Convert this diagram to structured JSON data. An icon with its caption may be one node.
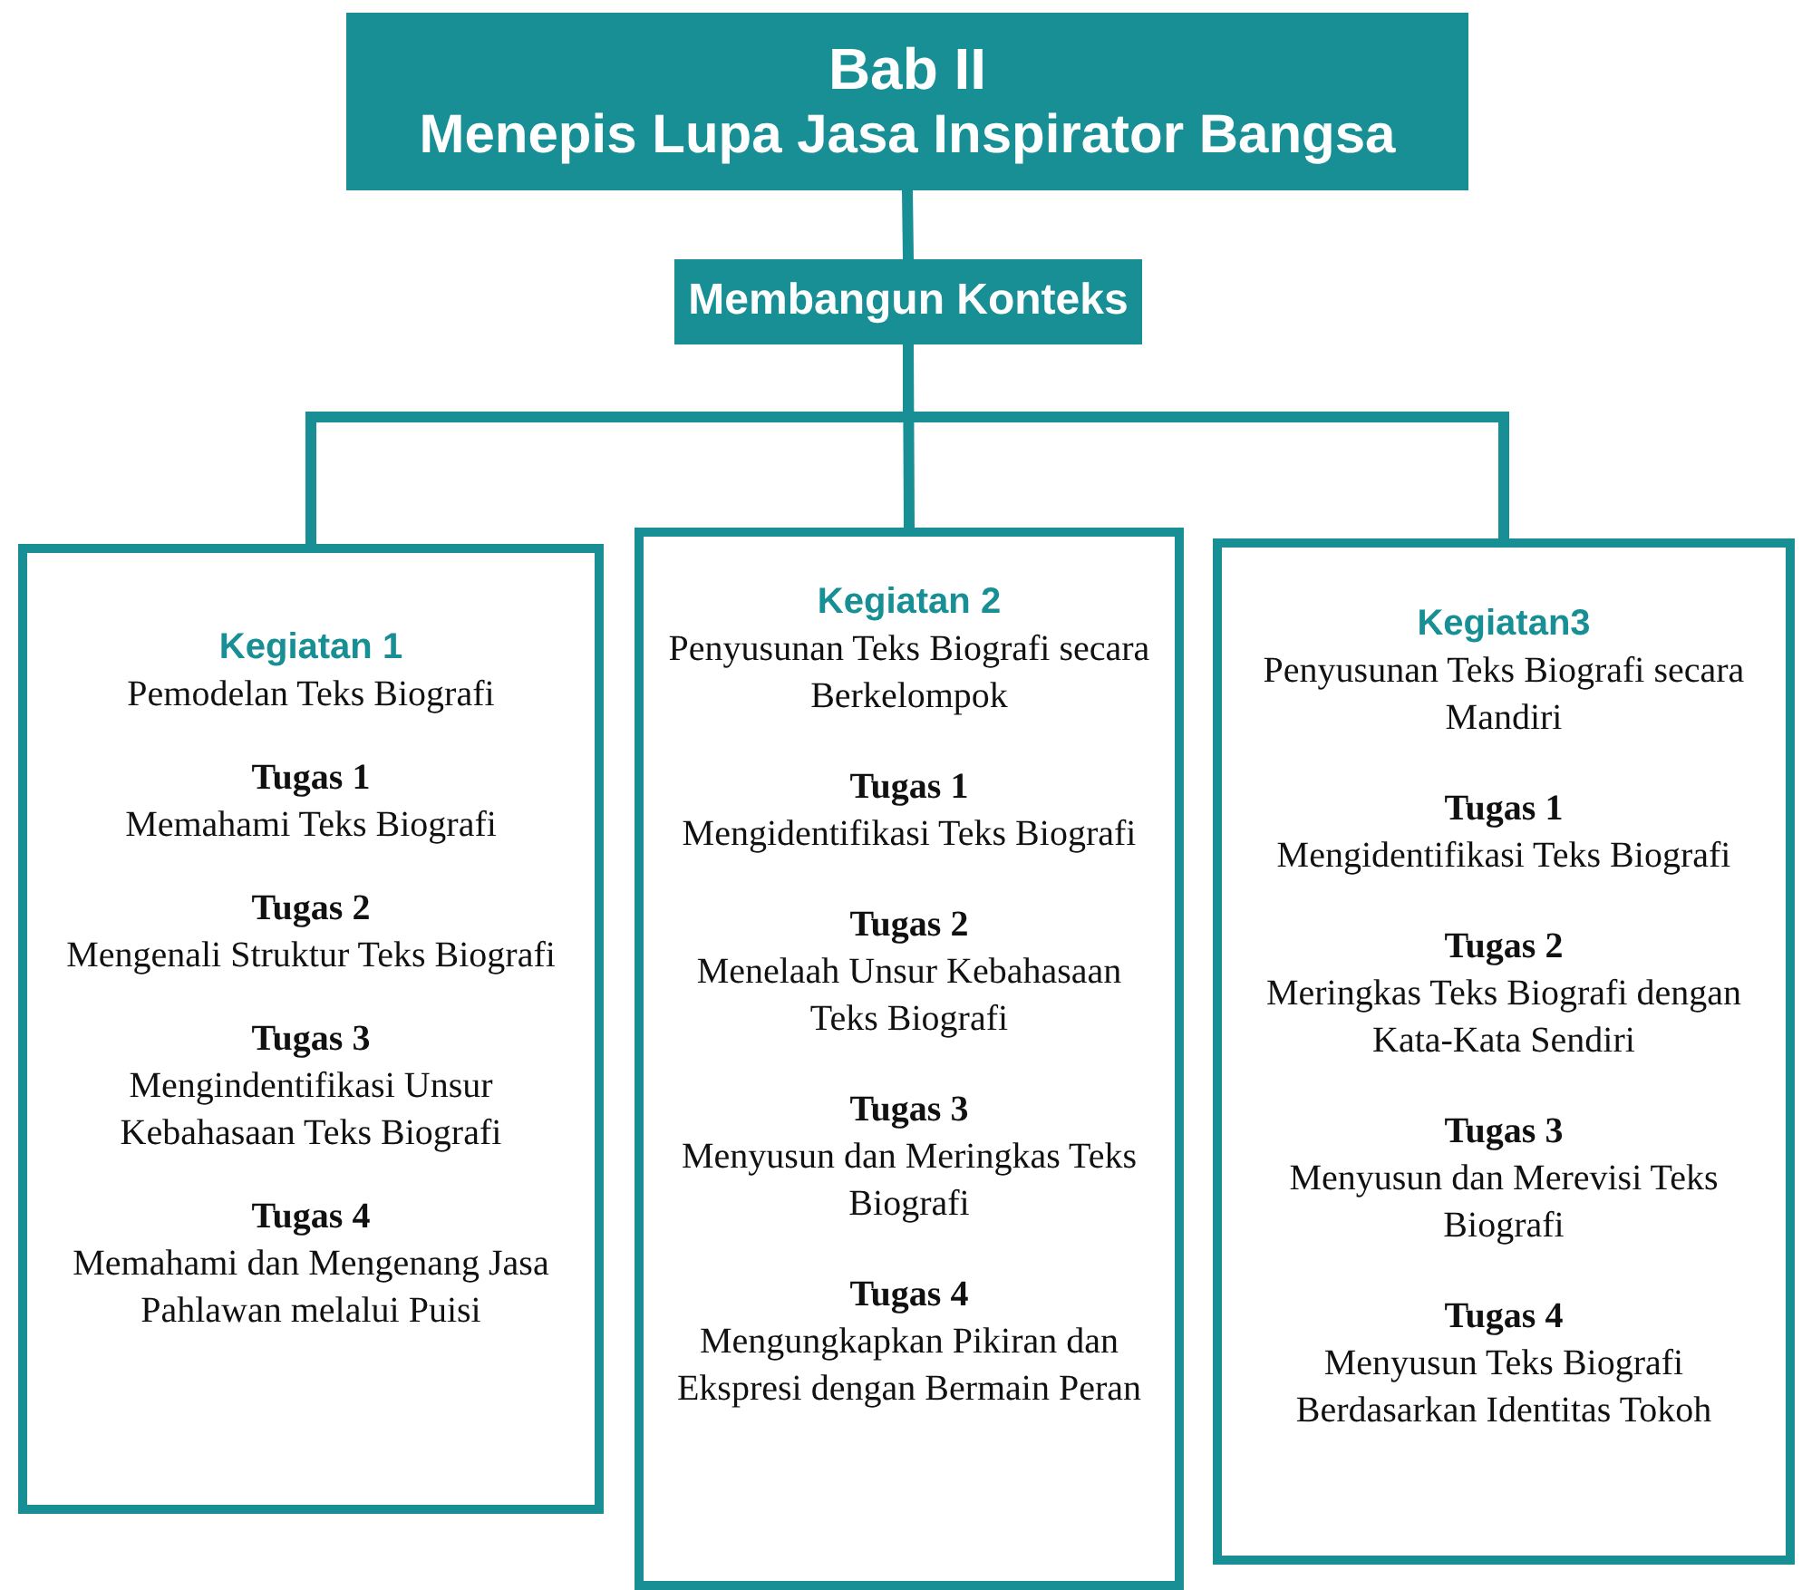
{
  "diagram": {
    "nodes": [
      {
        "text": [
          "Bab II",
          "Menepis Lupa Jasa Inspirator Bangsa"
        ]
      },
      {
        "text": [
          "Membangun Konteks"
        ]
      },
      {
        "text": [
          "Kegiatan 1",
          "Pemodelan Teks Biografi",
          "Tugas 1",
          "Memahami Teks Biografi",
          "Tugas 2",
          "Mengenali Struktur Teks Biografi",
          "Tugas 3",
          "Mengindentifikasi Unsur Kebahasaan Teks Biografi",
          "Tugas 4",
          "Memahami dan Mengenang Jasa Pahlawan melalui Puisi"
        ]
      },
      {
        "text": [
          "Kegiatan 2",
          "Penyusunan Teks Biografi secara Berkelompok",
          "Tugas 1",
          "Mengidentifikasi Teks Biografi",
          "Tugas 2",
          "Menelaah Unsur Kebahasaan Teks Biografi",
          "Tugas 3",
          "Menyusun dan Meringkas Teks Biografi",
          "Tugas 4",
          "Mengungkapkan Pikiran dan Ekspresi dengan Bermain Peran"
        ]
      },
      {
        "text": [
          "Kegiatan3",
          "Penyusunan Teks Biografi secara Mandiri",
          "Tugas 1",
          "Mengidentifikasi Teks Biografi",
          "Tugas 2",
          "Meringkas Teks Biografi dengan Kata-Kata Sendiri",
          "Tugas 3",
          "Menyusun dan Merevisi Teks Biografi",
          "Tugas 4",
          "Menyusun Teks Biografi Berdasarkan Identitas Tokoh"
        ]
      }
    ],
    "edges": [
      {
        "from": 0,
        "to": 1,
        "arrow": "none"
      },
      {
        "from": 1,
        "to": 2,
        "arrow": "none"
      },
      {
        "from": 1,
        "to": 3,
        "arrow": "none"
      },
      {
        "from": 1,
        "to": 4,
        "arrow": "none"
      }
    ]
  }
}
